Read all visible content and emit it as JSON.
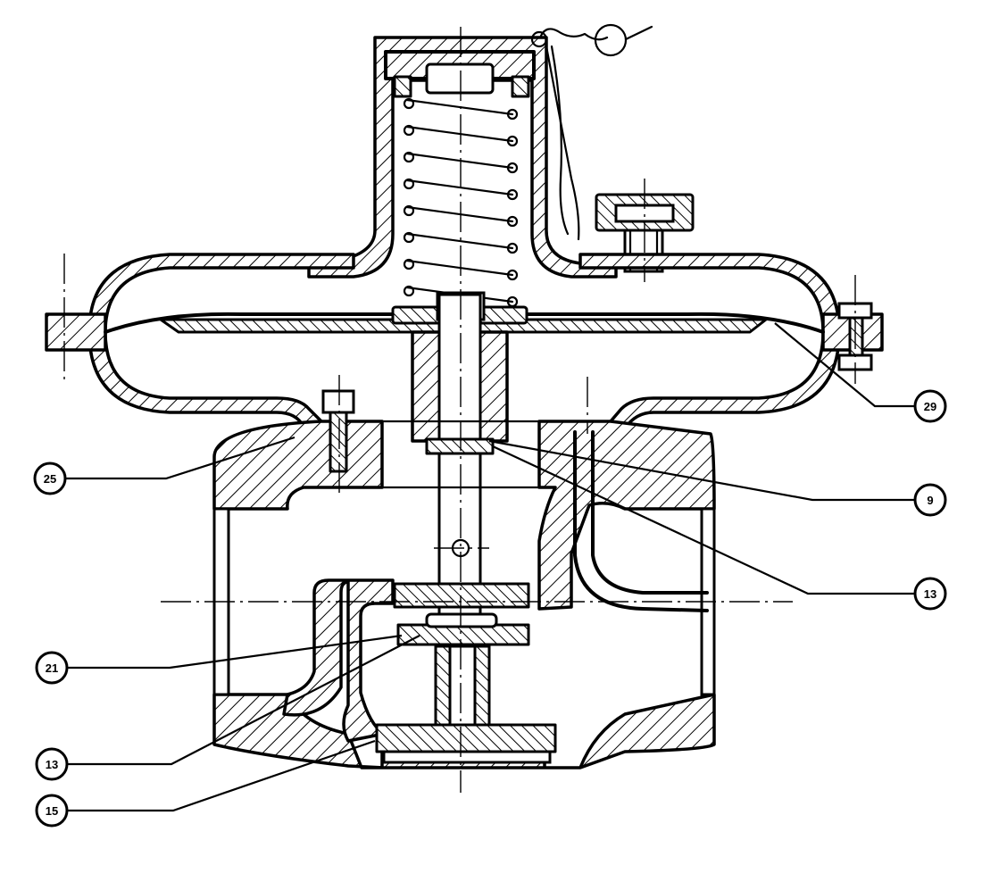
{
  "callouts": [
    {
      "id": "callout-29",
      "text": "29"
    },
    {
      "id": "callout-25",
      "text": "25"
    },
    {
      "id": "callout-9",
      "text": "9"
    },
    {
      "id": "callout-13-right",
      "text": "13"
    },
    {
      "id": "callout-21",
      "text": "21"
    },
    {
      "id": "callout-13-left",
      "text": "13"
    },
    {
      "id": "callout-15",
      "text": "15"
    }
  ],
  "colors": {
    "ink": "#000000",
    "paper": "#ffffff"
  }
}
